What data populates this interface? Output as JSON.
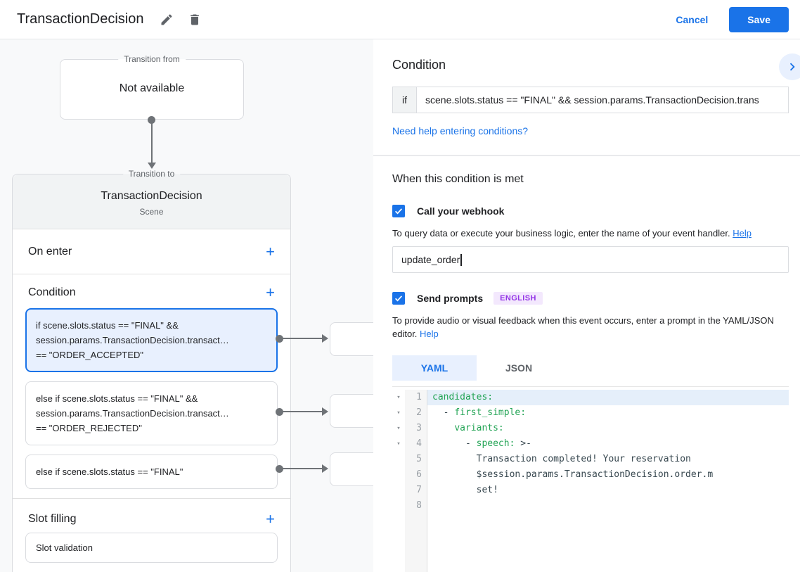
{
  "header": {
    "title": "TransactionDecision",
    "cancel_label": "Cancel",
    "save_label": "Save"
  },
  "diagram": {
    "transition_from": {
      "label": "Transition from",
      "content": "Not available"
    },
    "scene_card": {
      "label": "Transition to",
      "title": "TransactionDecision",
      "subtitle": "Scene",
      "add_label": "+",
      "on_enter_label": "On enter",
      "condition_label": "Condition",
      "slot_filling_label": "Slot filling",
      "condition_cards": [
        {
          "selected": true,
          "lines": [
            "if scene.slots.status == \"FINAL\" &&",
            "session.params.TransactionDecision.transact…",
            "== \"ORDER_ACCEPTED\""
          ]
        },
        {
          "selected": false,
          "lines": [
            "else if scene.slots.status == \"FINAL\" &&",
            "session.params.TransactionDecision.transact…",
            "== \"ORDER_REJECTED\""
          ]
        },
        {
          "selected": false,
          "lines": [
            "else if scene.slots.status == \"FINAL\""
          ]
        }
      ],
      "slot_cards": [
        {
          "label": "Slot validation"
        }
      ]
    }
  },
  "panel": {
    "condition": {
      "heading": "Condition",
      "if_label": "if",
      "if_value": "scene.slots.status == \"FINAL\" && session.params.TransactionDecision.trans",
      "help_link": "Need help entering conditions?"
    },
    "when_met": {
      "heading": "When this condition is met",
      "webhook": {
        "label": "Call your webhook",
        "checked": true,
        "helper": "To query data or execute your business logic, enter the name of your event handler.",
        "help_link": "Help",
        "input_value": "update_order"
      },
      "prompts": {
        "label": "Send prompts",
        "checked": true,
        "badge": "ENGLISH",
        "helper": "To provide audio or visual feedback when this event occurs, enter a prompt in the YAML/JSON editor.",
        "help_link": "Help"
      },
      "tabs": [
        {
          "label": "YAML",
          "selected": true
        },
        {
          "label": "JSON",
          "selected": false
        }
      ],
      "editor": {
        "lines": [
          {
            "num": 1,
            "fold": true,
            "highlight": true,
            "segments": [
              {
                "text": "candidates:",
                "type": "key"
              }
            ]
          },
          {
            "num": 2,
            "fold": true,
            "segments": [
              {
                "text": "  ",
                "type": "plain"
              },
              {
                "text": "- ",
                "type": "punct"
              },
              {
                "text": "first_simple:",
                "type": "key"
              }
            ]
          },
          {
            "num": 3,
            "fold": true,
            "segments": [
              {
                "text": "    ",
                "type": "plain"
              },
              {
                "text": "variants:",
                "type": "key"
              }
            ]
          },
          {
            "num": 4,
            "fold": true,
            "segments": [
              {
                "text": "      ",
                "type": "plain"
              },
              {
                "text": "- ",
                "type": "punct"
              },
              {
                "text": "speech:",
                "type": "key"
              },
              {
                "text": " >-",
                "type": "punct"
              }
            ]
          },
          {
            "num": 5,
            "segments": [
              {
                "text": "        Transaction completed! Your reservation",
                "type": "plain"
              }
            ]
          },
          {
            "num": 6,
            "segments": [
              {
                "text": "        $session.params.TransactionDecision.order.m",
                "type": "plain"
              }
            ]
          },
          {
            "num": 7,
            "segments": [
              {
                "text": "        set!",
                "type": "plain"
              }
            ]
          },
          {
            "num": 8,
            "segments": []
          }
        ]
      }
    }
  },
  "colors": {
    "accent_blue": "#1a73e8",
    "selected_card_bg": "#e8f0fe",
    "card_border": "#dadce0",
    "badge_bg": "#f3e8fd",
    "badge_text": "#9334e6",
    "code_key_green": "#23a455",
    "line_highlight": "#e5effa",
    "left_bg": "#f8f9fa"
  }
}
